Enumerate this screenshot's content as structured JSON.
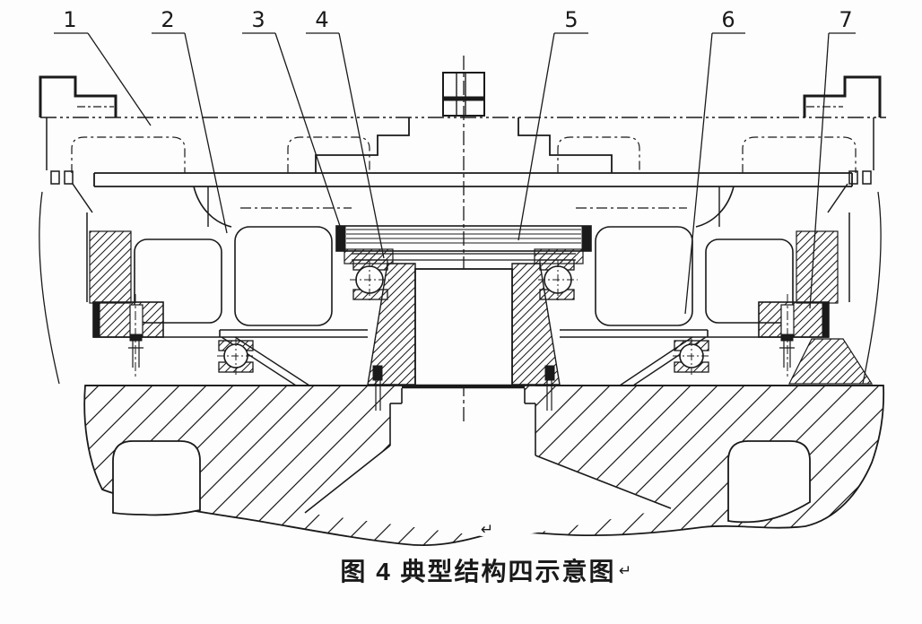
{
  "drawing": {
    "caption": "图 4 典型结构四示意图",
    "inline_mark": "↵",
    "mid_mark": "↵"
  },
  "callouts": [
    {
      "label": "1"
    },
    {
      "label": "2"
    },
    {
      "label": "3"
    },
    {
      "label": "4"
    },
    {
      "label": "5"
    },
    {
      "label": "6"
    },
    {
      "label": "7"
    }
  ],
  "colors": {
    "ink": "#1a1a1a",
    "paper": "#fdfdfd"
  }
}
